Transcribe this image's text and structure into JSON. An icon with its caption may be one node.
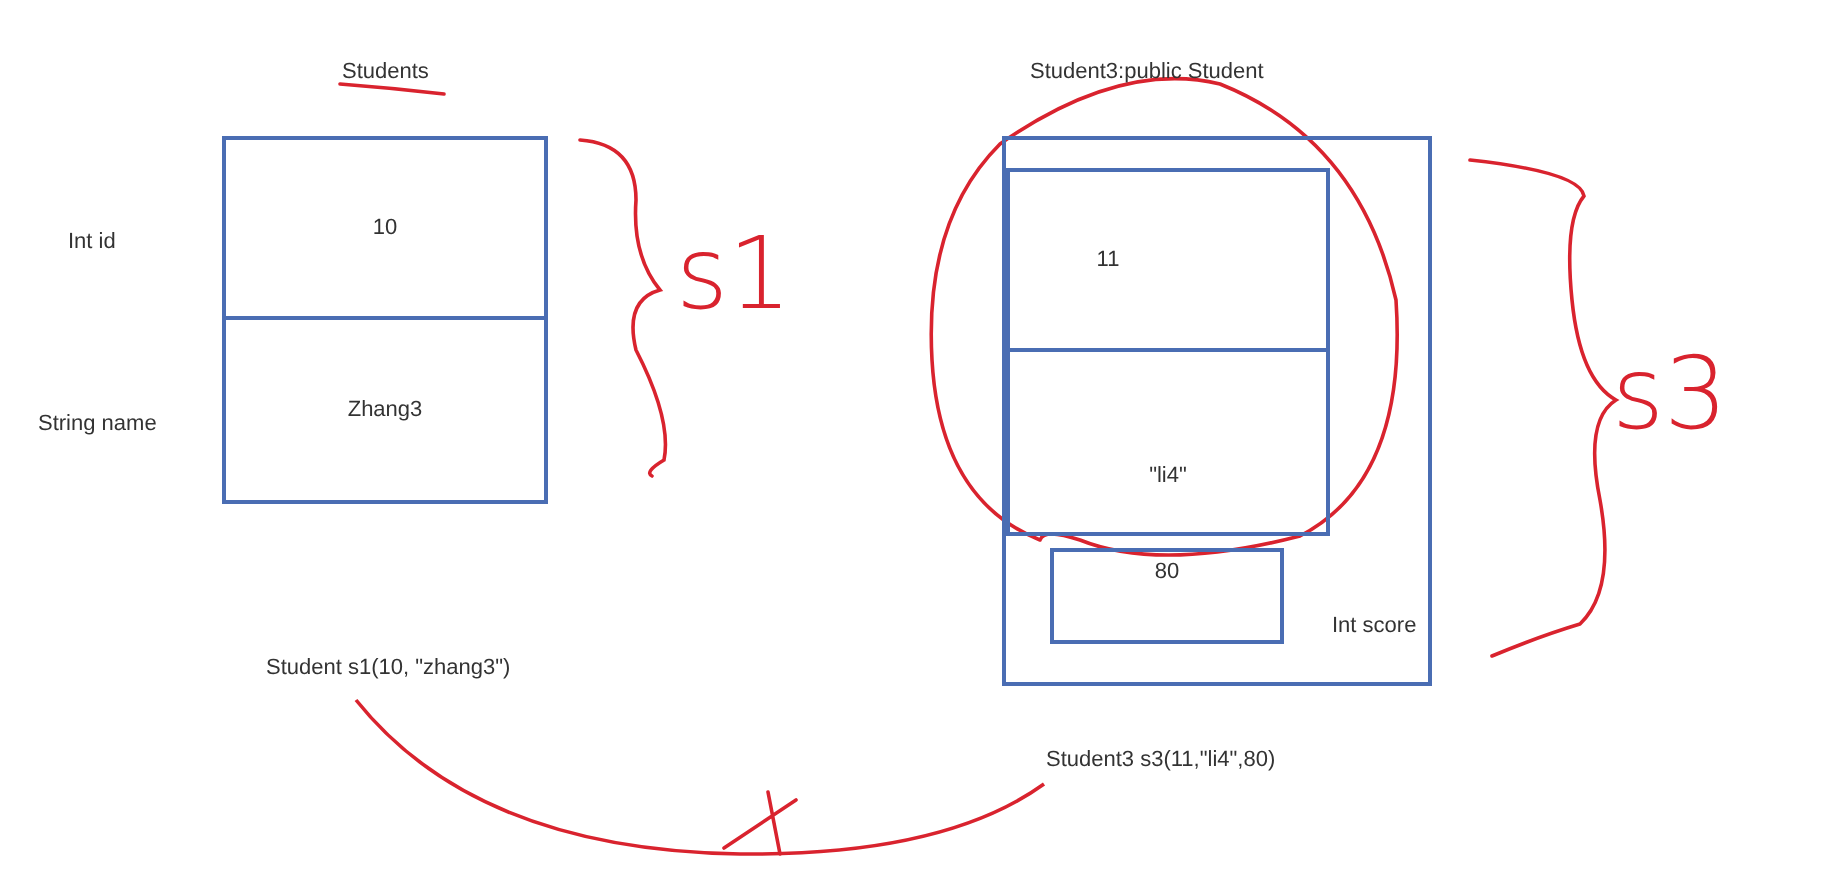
{
  "diagram": {
    "nodes": [
      {
        "text": [
          "Students"
        ]
      },
      {
        "text": [
          "10"
        ],
        "in": 0
      },
      {
        "text": [
          "Zhang3"
        ],
        "in": 0
      },
      {
        "text": [
          "Student3:public Student"
        ]
      },
      {
        "text": [],
        "shape": "box",
        "in": 3
      },
      {
        "text": [
          "11"
        ],
        "in": 4
      },
      {
        "text": [
          "\"li4\""
        ],
        "in": 4
      },
      {
        "text": [
          "80"
        ],
        "in": 3
      },
      {
        "text": [
          "Student s1(10, \"zhang3\")"
        ]
      },
      {
        "text": [
          "Student3 s3(11,\"li4\",80)"
        ]
      }
    ],
    "edges": [
      {
        "from": 8,
        "to": 9,
        "arrow": "none",
        "color": "#d9232e"
      }
    ],
    "labels": [
      "Int id",
      "String name",
      "s1",
      "s3",
      "Int score"
    ]
  }
}
